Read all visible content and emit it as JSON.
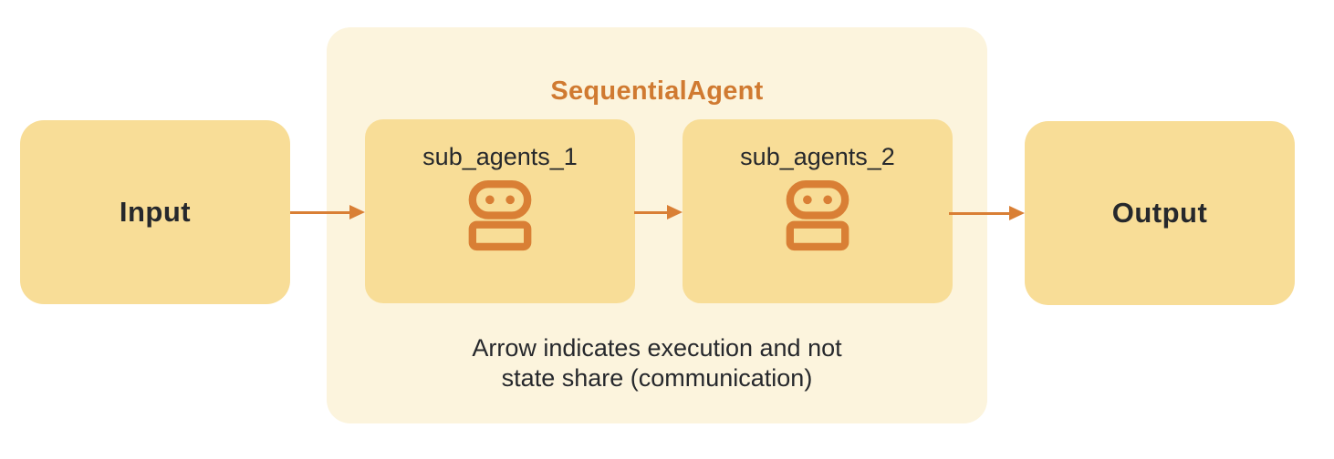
{
  "diagram_title": "SequentialAgent",
  "colors": {
    "box_fill": "#F8DD97",
    "container_fill": "#FCF4DD",
    "accent_orange": "#D97F35",
    "title_orange": "#D07A31",
    "text_dark": "#26282C"
  },
  "nodes": {
    "input": {
      "label": "Input"
    },
    "output": {
      "label": "Output"
    }
  },
  "container": {
    "title": "SequentialAgent",
    "sub_agents": [
      {
        "label": "sub_agents_1",
        "icon": "robot-icon"
      },
      {
        "label": "sub_agents_2",
        "icon": "robot-icon"
      }
    ],
    "caption": {
      "line1": "Arrow indicates execution and not",
      "line2": "state share (communication)"
    }
  },
  "icons": {
    "robot": "robot-icon",
    "arrow": "arrow-right-icon"
  }
}
